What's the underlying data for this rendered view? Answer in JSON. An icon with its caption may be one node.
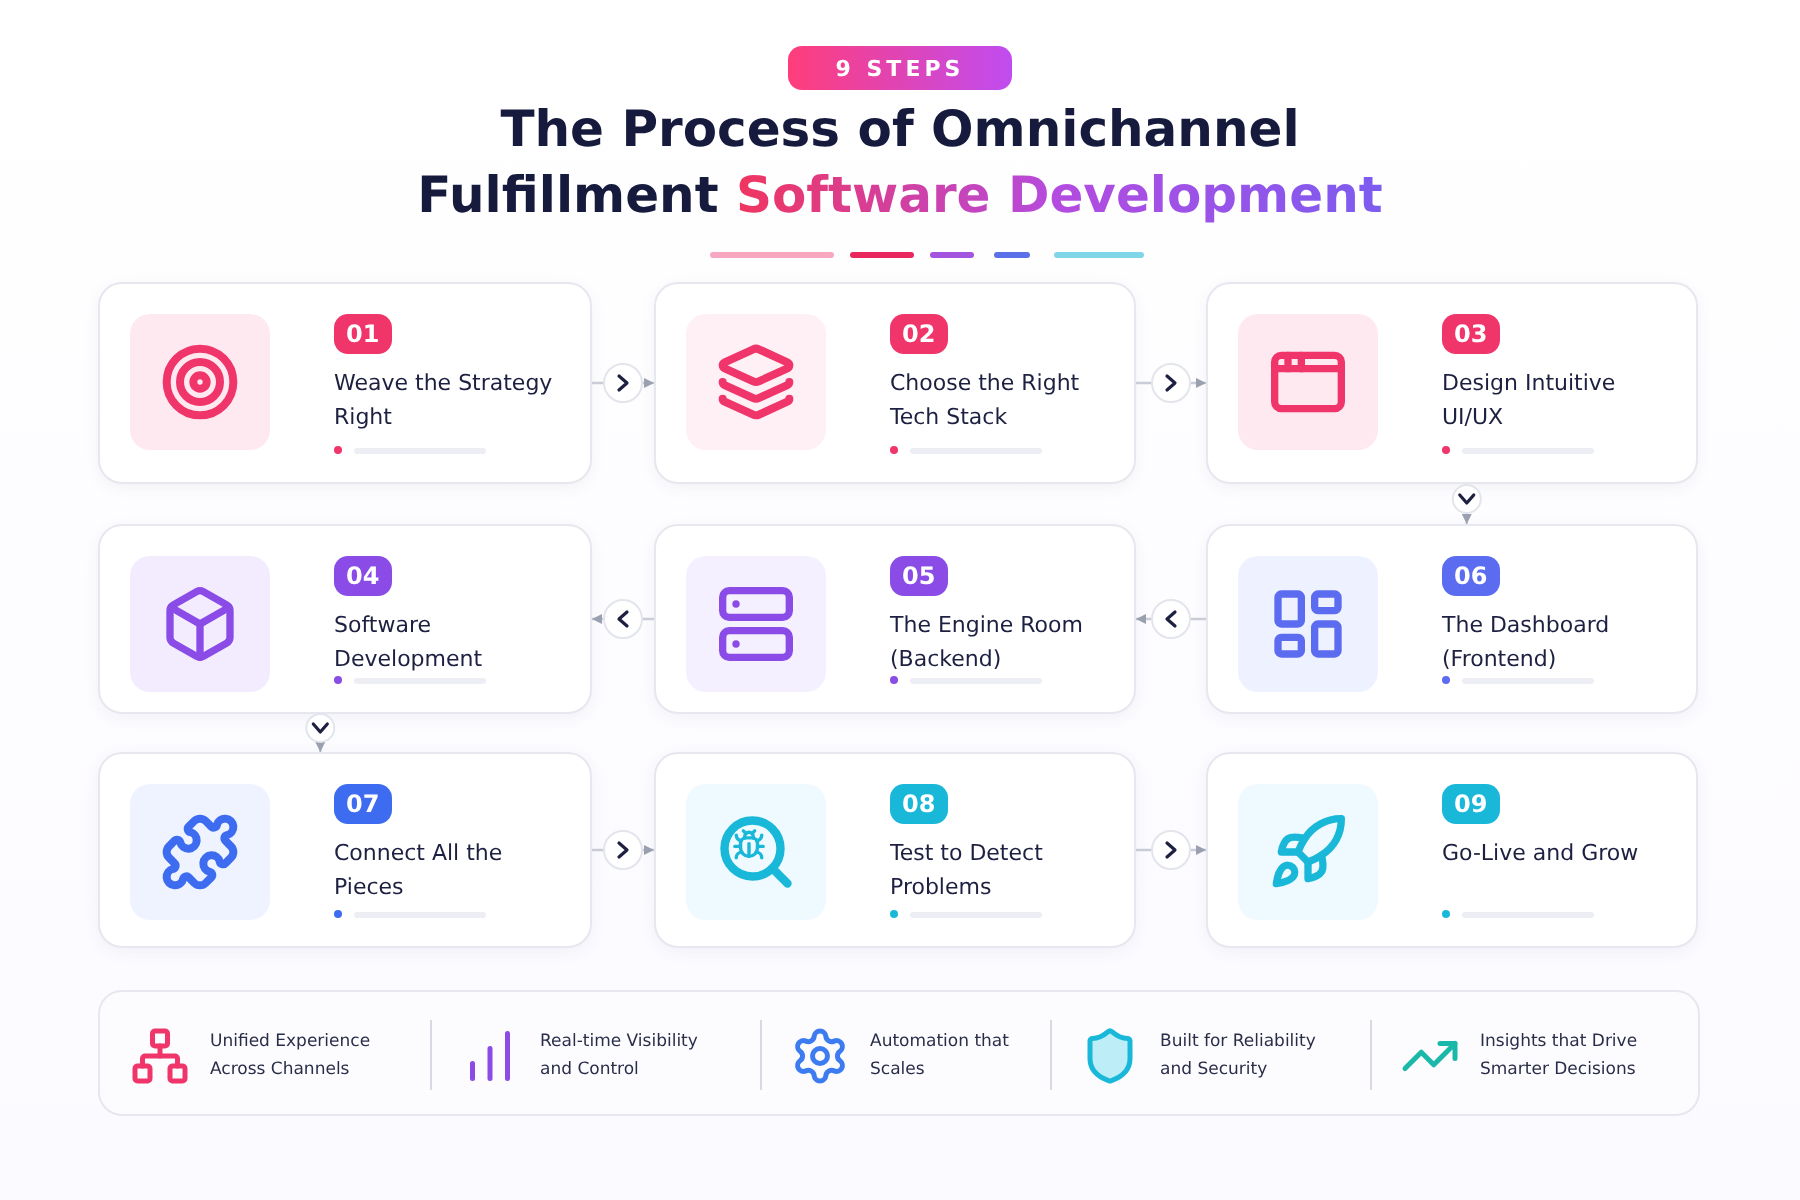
{
  "diagram": {
    "title": "The Process of Omnichannel Fulfillment *Software Development*",
    "nodes": [
      {
        "text": [
          "01",
          "Weave the Strategy Right"
        ]
      },
      {
        "text": [
          "02",
          "Choose the Right Tech Stack"
        ]
      },
      {
        "text": [
          "03",
          "Design Intuitive UI/UX"
        ]
      },
      {
        "text": [
          "04",
          "Software Development"
        ]
      },
      {
        "text": [
          "05",
          "The Engine Room (Backend)"
        ]
      },
      {
        "text": [
          "06",
          "The Dashboard (Frontend)"
        ]
      },
      {
        "text": [
          "07",
          "Connect All the Pieces"
        ]
      },
      {
        "text": [
          "08",
          "Test to Detect Problems"
        ]
      },
      {
        "text": [
          "09",
          "Go-Live and Grow"
        ]
      }
    ],
    "edges": [
      {
        "from": 0,
        "to": 1,
        "arrow": "to"
      },
      {
        "from": 1,
        "to": 2,
        "arrow": "to"
      },
      {
        "from": 2,
        "to": 5,
        "arrow": "to"
      },
      {
        "from": 5,
        "to": 4,
        "arrow": "to"
      },
      {
        "from": 4,
        "to": 3,
        "arrow": "to"
      },
      {
        "from": 3,
        "to": 6,
        "arrow": "to"
      },
      {
        "from": 6,
        "to": 7,
        "arrow": "to"
      },
      {
        "from": 7,
        "to": 8,
        "arrow": "to"
      }
    ],
    "labels": [
      "9 STEPS",
      "Unified Experience Across Channels",
      "Real-time Visibility and Control",
      "Automation that Scales",
      "Built for Reliability and Security",
      "Insights that Drive Smarter Decisions"
    ]
  }
}
